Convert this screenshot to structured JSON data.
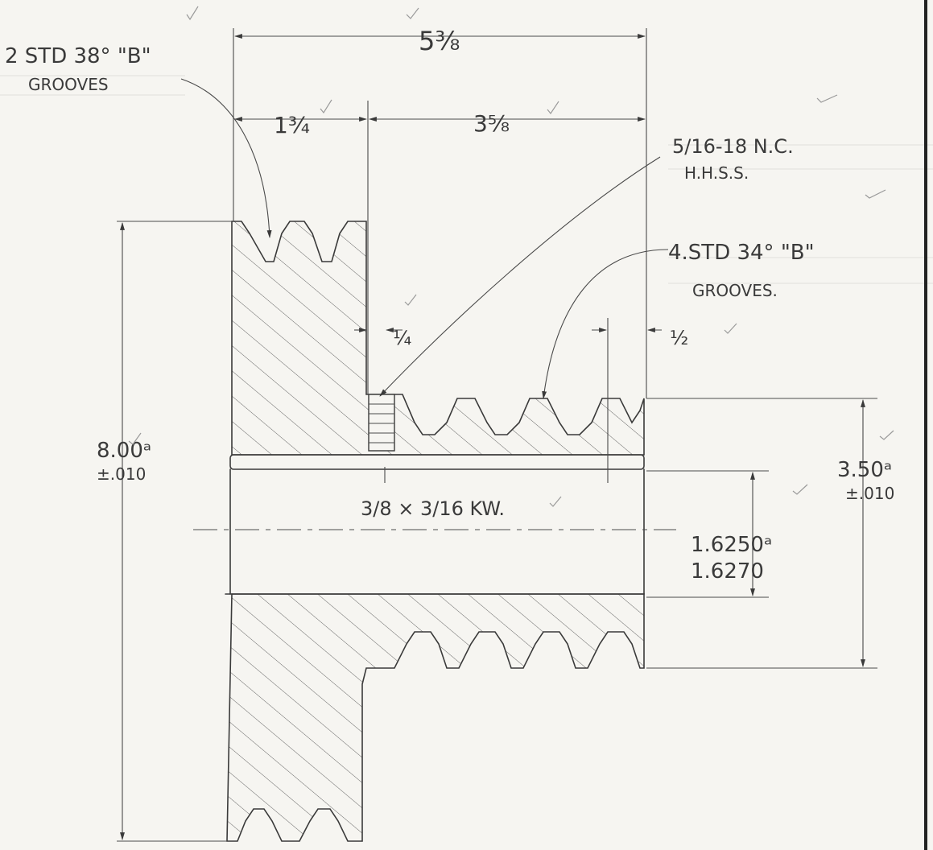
{
  "drawing": {
    "dims": {
      "overall_width": "5⅜",
      "left_hub": "1¾",
      "right_hub": "3⅝",
      "dia_outer": "8.00ᵃ",
      "dia_outer_tol": "±.010",
      "dia_inner": "3.50ᵃ",
      "dia_inner_tol": "±.010",
      "bore_max": "1.6250ᵃ",
      "bore_min": "1.6270",
      "offset_quarter": "¼",
      "offset_half": "½"
    },
    "notes": {
      "grooves_38_line1": "2 STD 38° \"B\"",
      "grooves_38_line2": "GROOVES",
      "setscrew_line1": "5/16-18 N.C.",
      "setscrew_line2": "H.H.S.S.",
      "grooves_34_line1": "4.STD 34° \"B\"",
      "grooves_34_line2": "GROOVES.",
      "keyway": "3/8 × 3/16 KW."
    }
  }
}
